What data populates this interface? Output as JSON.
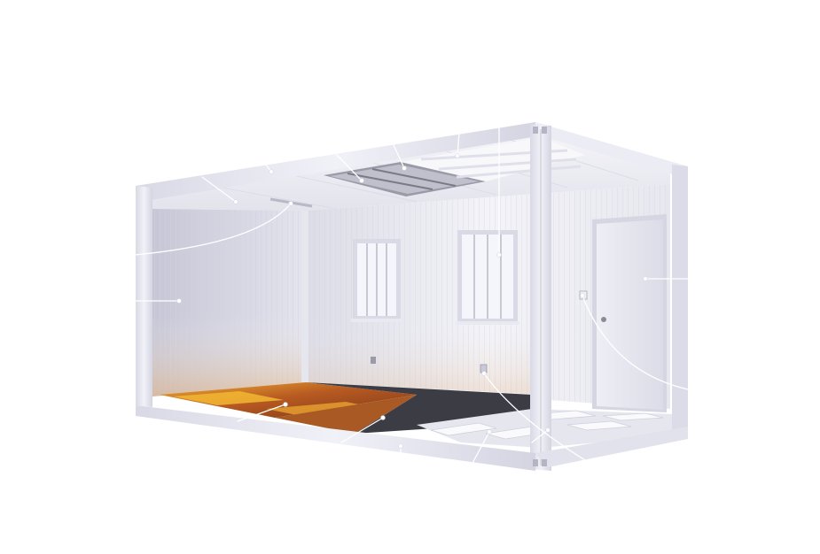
{
  "scene": {
    "subject": "container-house-cutaway",
    "colors": {
      "background": "#ffffff",
      "frame": "#e7e7f2",
      "frame_shadow": "#c9c9d8",
      "wall": "#ececf3",
      "wood_floor": "#9a4a1e",
      "wood_floor_highlight": "#e9a22c",
      "vinyl_floor": "#3d3d45",
      "window_glass": "#f4f5fb",
      "leader_line": "#ffffff"
    },
    "callouts": [
      {
        "id": "corner-post",
        "target": "frame"
      },
      {
        "id": "ceiling-light",
        "target": "ceiling"
      },
      {
        "id": "side-wall-panel",
        "target": "wall"
      },
      {
        "id": "roof-insulation",
        "target": "ceiling"
      },
      {
        "id": "roof-beam",
        "target": "ceiling"
      },
      {
        "id": "roof-purlin",
        "target": "ceiling"
      },
      {
        "id": "window",
        "target": "wall"
      },
      {
        "id": "door",
        "target": "wall"
      },
      {
        "id": "door-lock",
        "target": "door"
      },
      {
        "id": "power-socket",
        "target": "wall"
      },
      {
        "id": "wood-floor",
        "target": "floor"
      },
      {
        "id": "vinyl-floor",
        "target": "floor"
      },
      {
        "id": "bottom-frame",
        "target": "frame"
      },
      {
        "id": "floor-joist",
        "target": "floor"
      },
      {
        "id": "floor-base-board",
        "target": "floor"
      },
      {
        "id": "top-frame",
        "target": "frame"
      }
    ]
  }
}
